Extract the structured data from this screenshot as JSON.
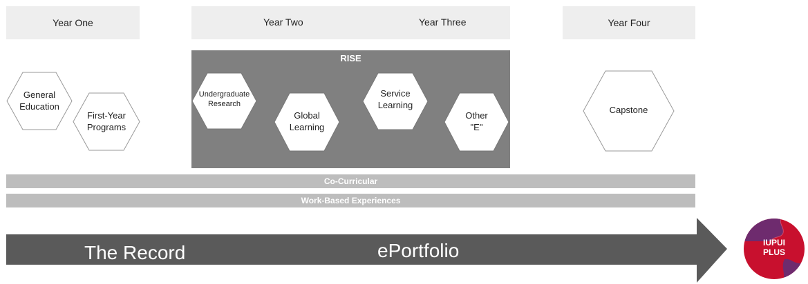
{
  "years": {
    "one": "Year One",
    "two": "Year Two",
    "three": "Year Three",
    "four": "Year Four"
  },
  "rise": {
    "title": "RISE",
    "items": {
      "undergraduate_research": "Undergraduate\nResearch",
      "global_learning": "Global\nLearning",
      "service_learning": "Service\nLearning",
      "other_e": "Other\n\"E\""
    }
  },
  "year_one_items": {
    "general_education": "General\nEducation",
    "first_year_programs": "First-Year\nPrograms"
  },
  "year_four_items": {
    "capstone": "Capstone"
  },
  "bands": {
    "co_curricular": "Co-Curricular",
    "work_based": "Work-Based Experiences"
  },
  "arrow": {
    "left_label": "The Record",
    "right_label": "ePortfolio"
  },
  "logo": {
    "text": "IUPUI\nPLUS"
  },
  "colors": {
    "panel": "#808080",
    "band": "#bdbdbd",
    "arrow": "#5a5a5a",
    "year_box": "#eeeeee",
    "logo_red": "#c8102e",
    "logo_purple": "#6e2b6e"
  }
}
